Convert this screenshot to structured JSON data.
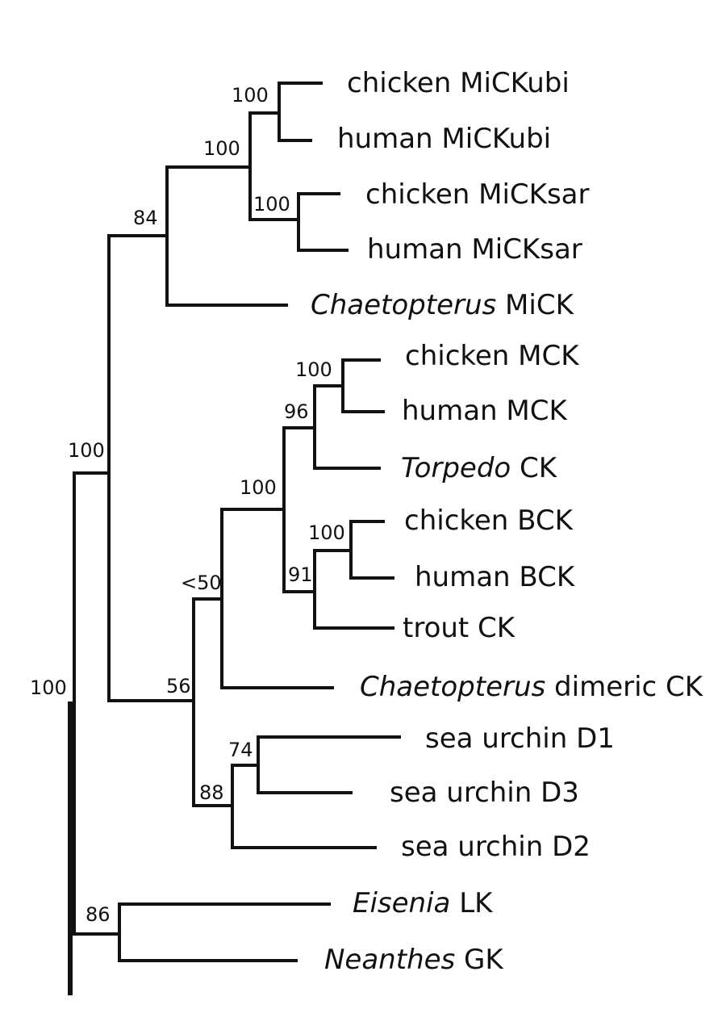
{
  "taxa": {
    "chicken_mickubi": "chicken MiCKubi",
    "human_mickubi": "human MiCKubi",
    "chicken_micksar": "chicken MiCKsar",
    "human_micksar": "human MiCKsar",
    "chaetopterus_mick": {
      "genus": "Chaetopterus",
      "rest": " MiCK"
    },
    "chicken_mck": "chicken MCK",
    "human_mck": "human MCK",
    "torpedo_ck": {
      "genus": "Torpedo",
      "rest": " CK"
    },
    "chicken_bck": "chicken BCK",
    "human_bck": "human BCK",
    "trout_ck": "trout CK",
    "chaetopterus_dimeric_ck": {
      "genus": "Chaetopterus",
      "rest": " dimeric CK"
    },
    "sea_urchin_d1": "sea urchin D1",
    "sea_urchin_d3": "sea urchin D3",
    "sea_urchin_d2": "sea urchin D2",
    "eisenia_lk": {
      "genus": "Eisenia",
      "rest": " LK"
    },
    "neanthes_gk": {
      "genus": "Neanthes",
      "rest": " GK"
    }
  },
  "support": {
    "root": "100",
    "ingroup": "100",
    "mitochondrial": "84",
    "vertebrate_mick": "100",
    "mickubi": "100",
    "micksar": "100",
    "cytoplasmic_group": "56",
    "ck_clade": "<50",
    "vertebrate_ck": "100",
    "mck_torpedo": "96",
    "mck": "100",
    "bck_trout": "91",
    "bck": "100",
    "sea_urchin": "88",
    "d1_d3": "74",
    "lk_gk": "86"
  }
}
